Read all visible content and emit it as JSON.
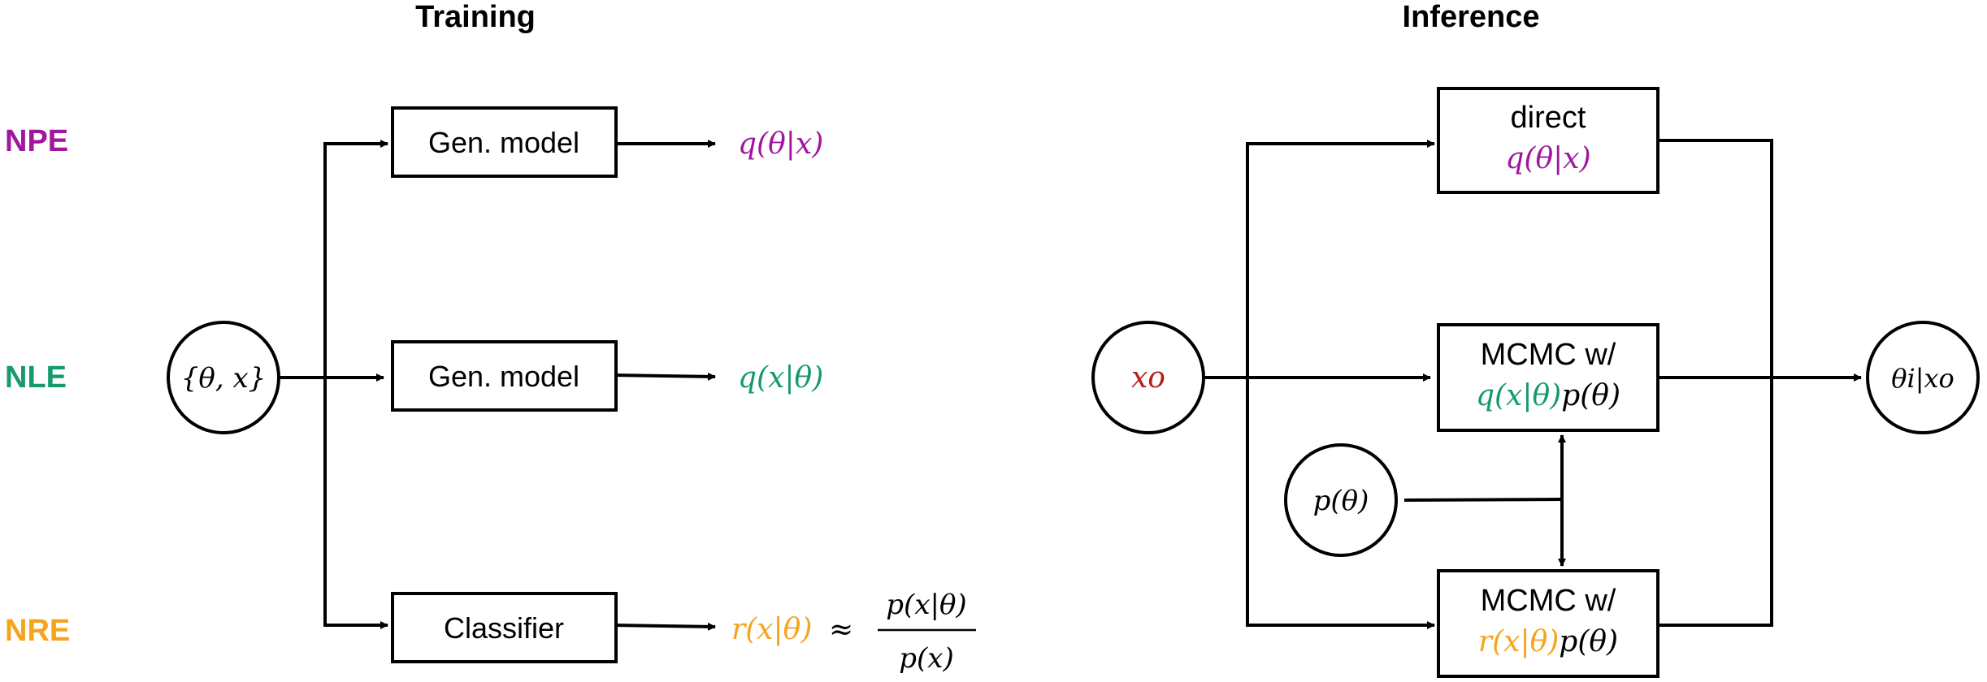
{
  "colors": {
    "npe": "#a0169f",
    "nle": "#149a6b",
    "nre": "#f5a41c",
    "obs": "#b71c1c",
    "ink": "#000000"
  },
  "training": {
    "title": "Training",
    "methods": {
      "npe": "NPE",
      "nle": "NLE",
      "nre": "NRE"
    },
    "input_node": "{θ, x}",
    "boxes": {
      "gen_model_1": "Gen. model",
      "gen_model_2": "Gen. model",
      "classifier": "Classifier"
    },
    "outputs": {
      "npe": "q(θ|x)",
      "nle": "q(x|θ)",
      "nre_ratio": "r(x|θ)",
      "approx": "≈",
      "nre_num": "p(x|θ)",
      "nre_den": "p(x)"
    }
  },
  "inference": {
    "title": "Inference",
    "observation_node": "xo",
    "prior_node": "p(θ)",
    "output_node": "θi|xo",
    "direct_box": {
      "line1": "direct",
      "line2": "q(θ|x)"
    },
    "mcmc_nle_box": {
      "line1": "MCMC w/",
      "likelihood": "q(x|θ)",
      "prior": "p(θ)"
    },
    "mcmc_nre_box": {
      "line1": "MCMC w/",
      "likelihood": "r(x|θ)",
      "prior": "p(θ)"
    }
  }
}
